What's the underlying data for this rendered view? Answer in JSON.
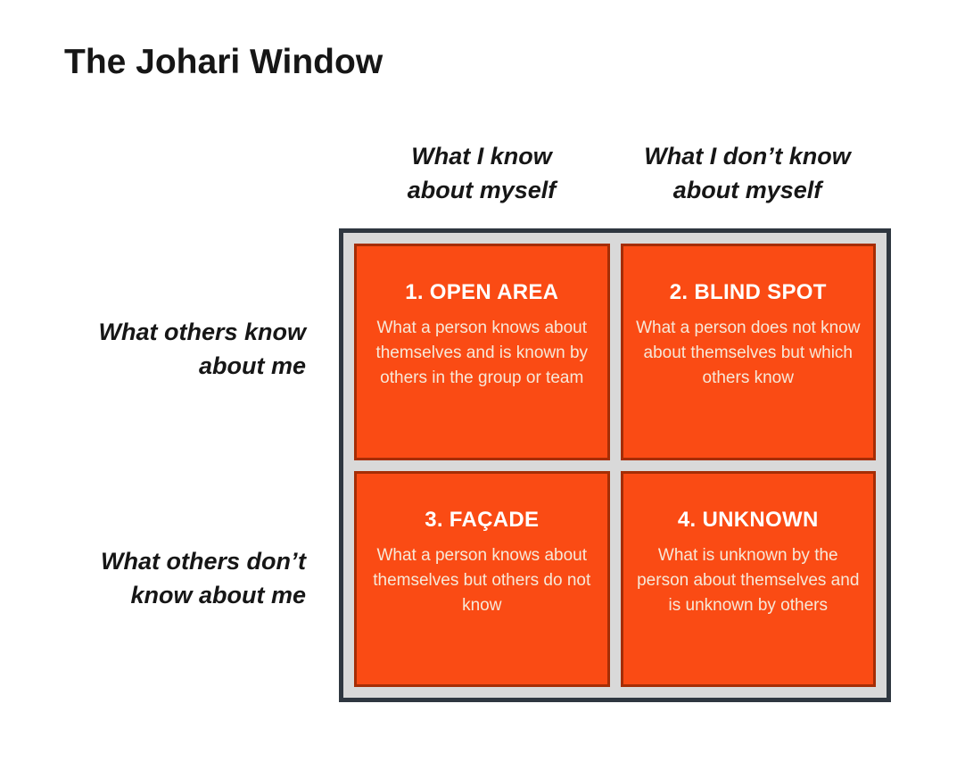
{
  "title": "The Johari Window",
  "matrix": {
    "column_headers": [
      "What I know\nabout myself",
      "What I don’t know\nabout myself"
    ],
    "row_headers": [
      "What others know\nabout me",
      "What others don’t\nknow about me"
    ],
    "quadrants": [
      {
        "heading": "1. OPEN AREA",
        "description": "What a person knows about themselves and is known by others in the group or team"
      },
      {
        "heading": "2. BLIND SPOT",
        "description": "What a person does not know about themselves but which others know"
      },
      {
        "heading": "3. FAÇADE",
        "description": "What a person knows about themselves but others do not know"
      },
      {
        "heading": "4. UNKNOWN",
        "description": "What is unknown by the person about themselves and is unknown by others"
      }
    ]
  },
  "colors": {
    "quadrant-fill": "#FA4B14",
    "quadrant-border": "#A52D05",
    "frame-border": "#2F3740",
    "frame-background": "#D9D9D9",
    "heading-text": "#FFFFFF",
    "body-text": "#F7E8D8",
    "label-text": "#161616",
    "page-background": "#FFFFFF"
  }
}
